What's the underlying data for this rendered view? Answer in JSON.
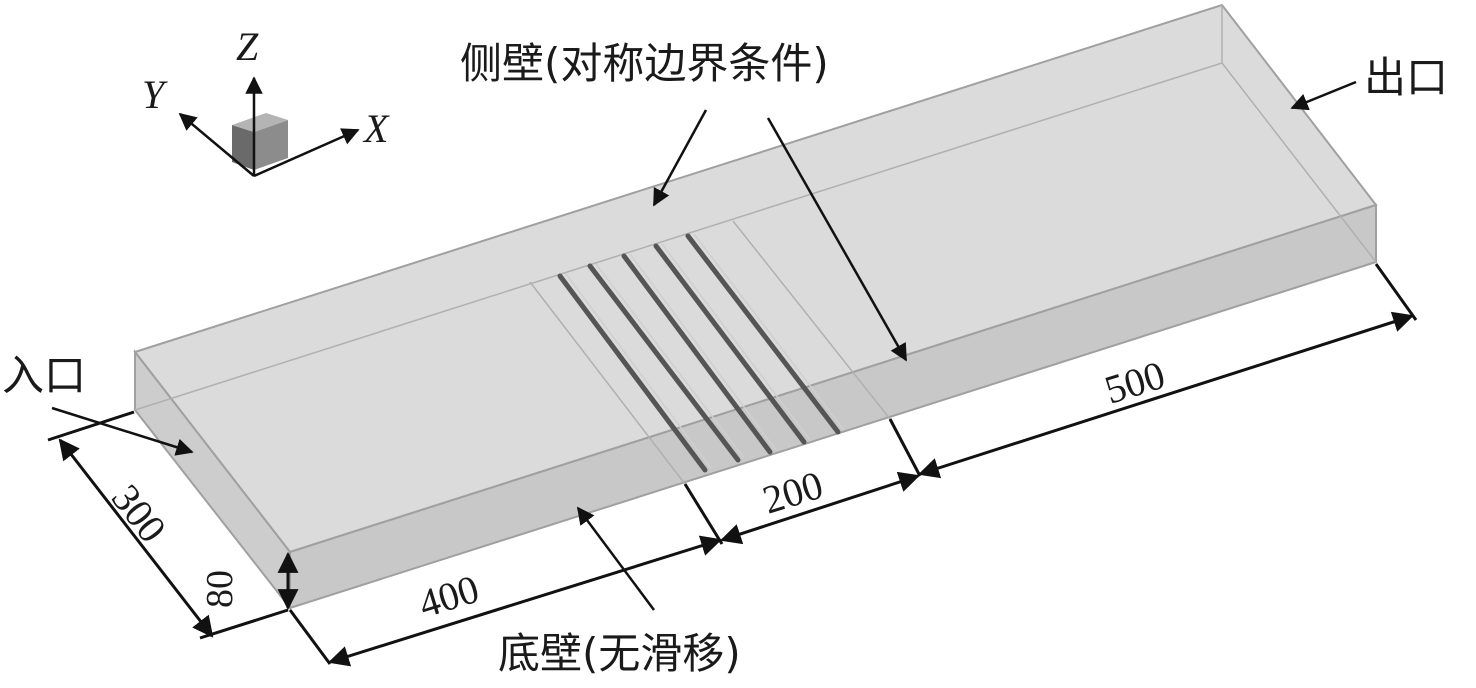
{
  "axes": {
    "z": "Z",
    "y": "Y",
    "x": "X"
  },
  "labels": {
    "side_wall": "侧壁(对称边界条件)",
    "outlet": "出口",
    "inlet": "入口",
    "bottom_wall": "底壁(无滑移)"
  },
  "dimensions": {
    "width": "300",
    "height": "80",
    "upstream_length": "400",
    "groove_length": "200",
    "downstream_length": "500"
  },
  "colors": {
    "box_fill": "#d4d4d4",
    "box_side": "#c2c2c2",
    "edge": "#9a9a9a",
    "text": "#1a1a1a"
  }
}
